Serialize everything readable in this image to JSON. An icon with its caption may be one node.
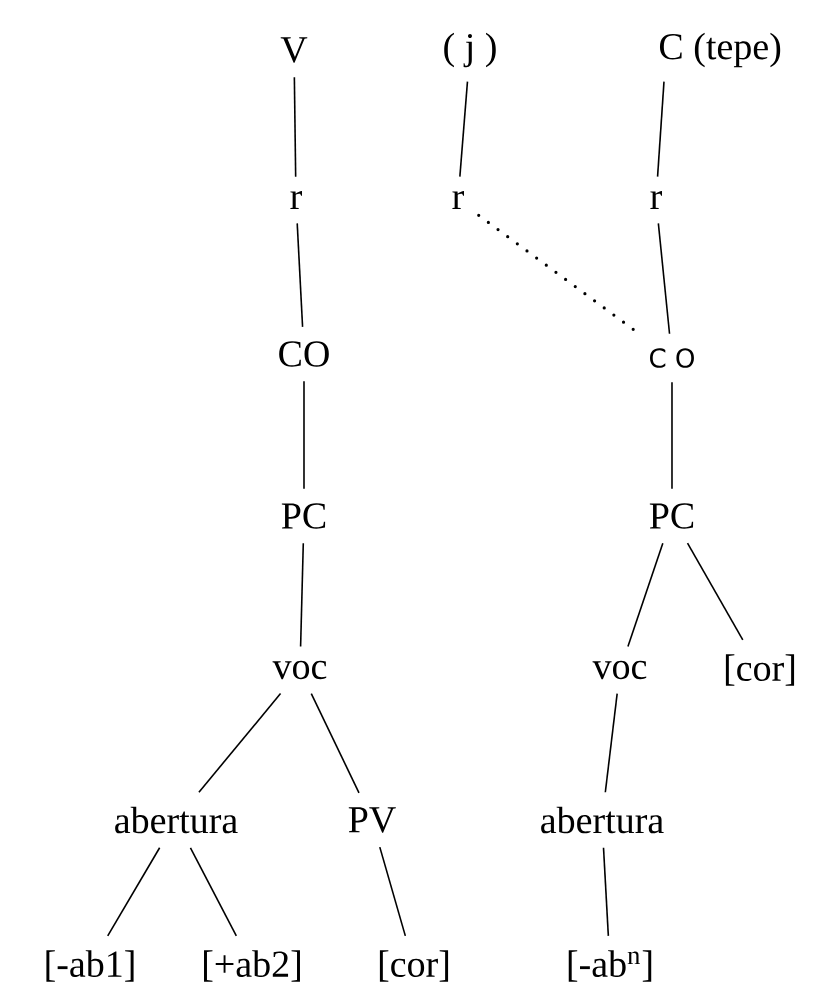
{
  "diagram": {
    "nodes": [
      {
        "text": [
          "V"
        ]
      },
      {
        "text": [
          "( j )"
        ]
      },
      {
        "text": [
          "C (tepe)"
        ]
      },
      {
        "text": [
          "r"
        ]
      },
      {
        "text": [
          "r"
        ]
      },
      {
        "text": [
          "r"
        ]
      },
      {
        "text": [
          "CO"
        ]
      },
      {
        "text": [
          "C O"
        ]
      },
      {
        "text": [
          "PC"
        ]
      },
      {
        "text": [
          "PC"
        ]
      },
      {
        "text": [
          "voc"
        ]
      },
      {
        "text": [
          "voc"
        ]
      },
      {
        "text": [
          "[cor]"
        ]
      },
      {
        "text": [
          "abertura"
        ]
      },
      {
        "text": [
          "PV"
        ]
      },
      {
        "text": [
          "abertura"
        ]
      },
      {
        "text": [
          "[-ab1]"
        ]
      },
      {
        "text": [
          "[+ab2]"
        ]
      },
      {
        "text": [
          "[cor]"
        ]
      },
      {
        "text": [
          "[-ab$^{n}$]"
        ]
      }
    ],
    "edges": [
      {
        "from": 0,
        "to": 3,
        "arrow": "none"
      },
      {
        "from": 1,
        "to": 4,
        "arrow": "none"
      },
      {
        "from": 2,
        "to": 5,
        "arrow": "none"
      },
      {
        "from": 3,
        "to": 6,
        "arrow": "none"
      },
      {
        "from": 4,
        "to": 7,
        "arrow": "none",
        "style": "dashed"
      },
      {
        "from": 5,
        "to": 7,
        "arrow": "none"
      },
      {
        "from": 6,
        "to": 8,
        "arrow": "none"
      },
      {
        "from": 7,
        "to": 9,
        "arrow": "none"
      },
      {
        "from": 8,
        "to": 10,
        "arrow": "none"
      },
      {
        "from": 9,
        "to": 11,
        "arrow": "none"
      },
      {
        "from": 9,
        "to": 12,
        "arrow": "none"
      },
      {
        "from": 10,
        "to": 13,
        "arrow": "none"
      },
      {
        "from": 10,
        "to": 14,
        "arrow": "none"
      },
      {
        "from": 13,
        "to": 16,
        "arrow": "none"
      },
      {
        "from": 13,
        "to": 17,
        "arrow": "none"
      },
      {
        "from": 14,
        "to": 18,
        "arrow": "none"
      },
      {
        "from": 11,
        "to": 15,
        "arrow": "none"
      },
      {
        "from": 15,
        "to": 19,
        "arrow": "none"
      }
    ]
  }
}
